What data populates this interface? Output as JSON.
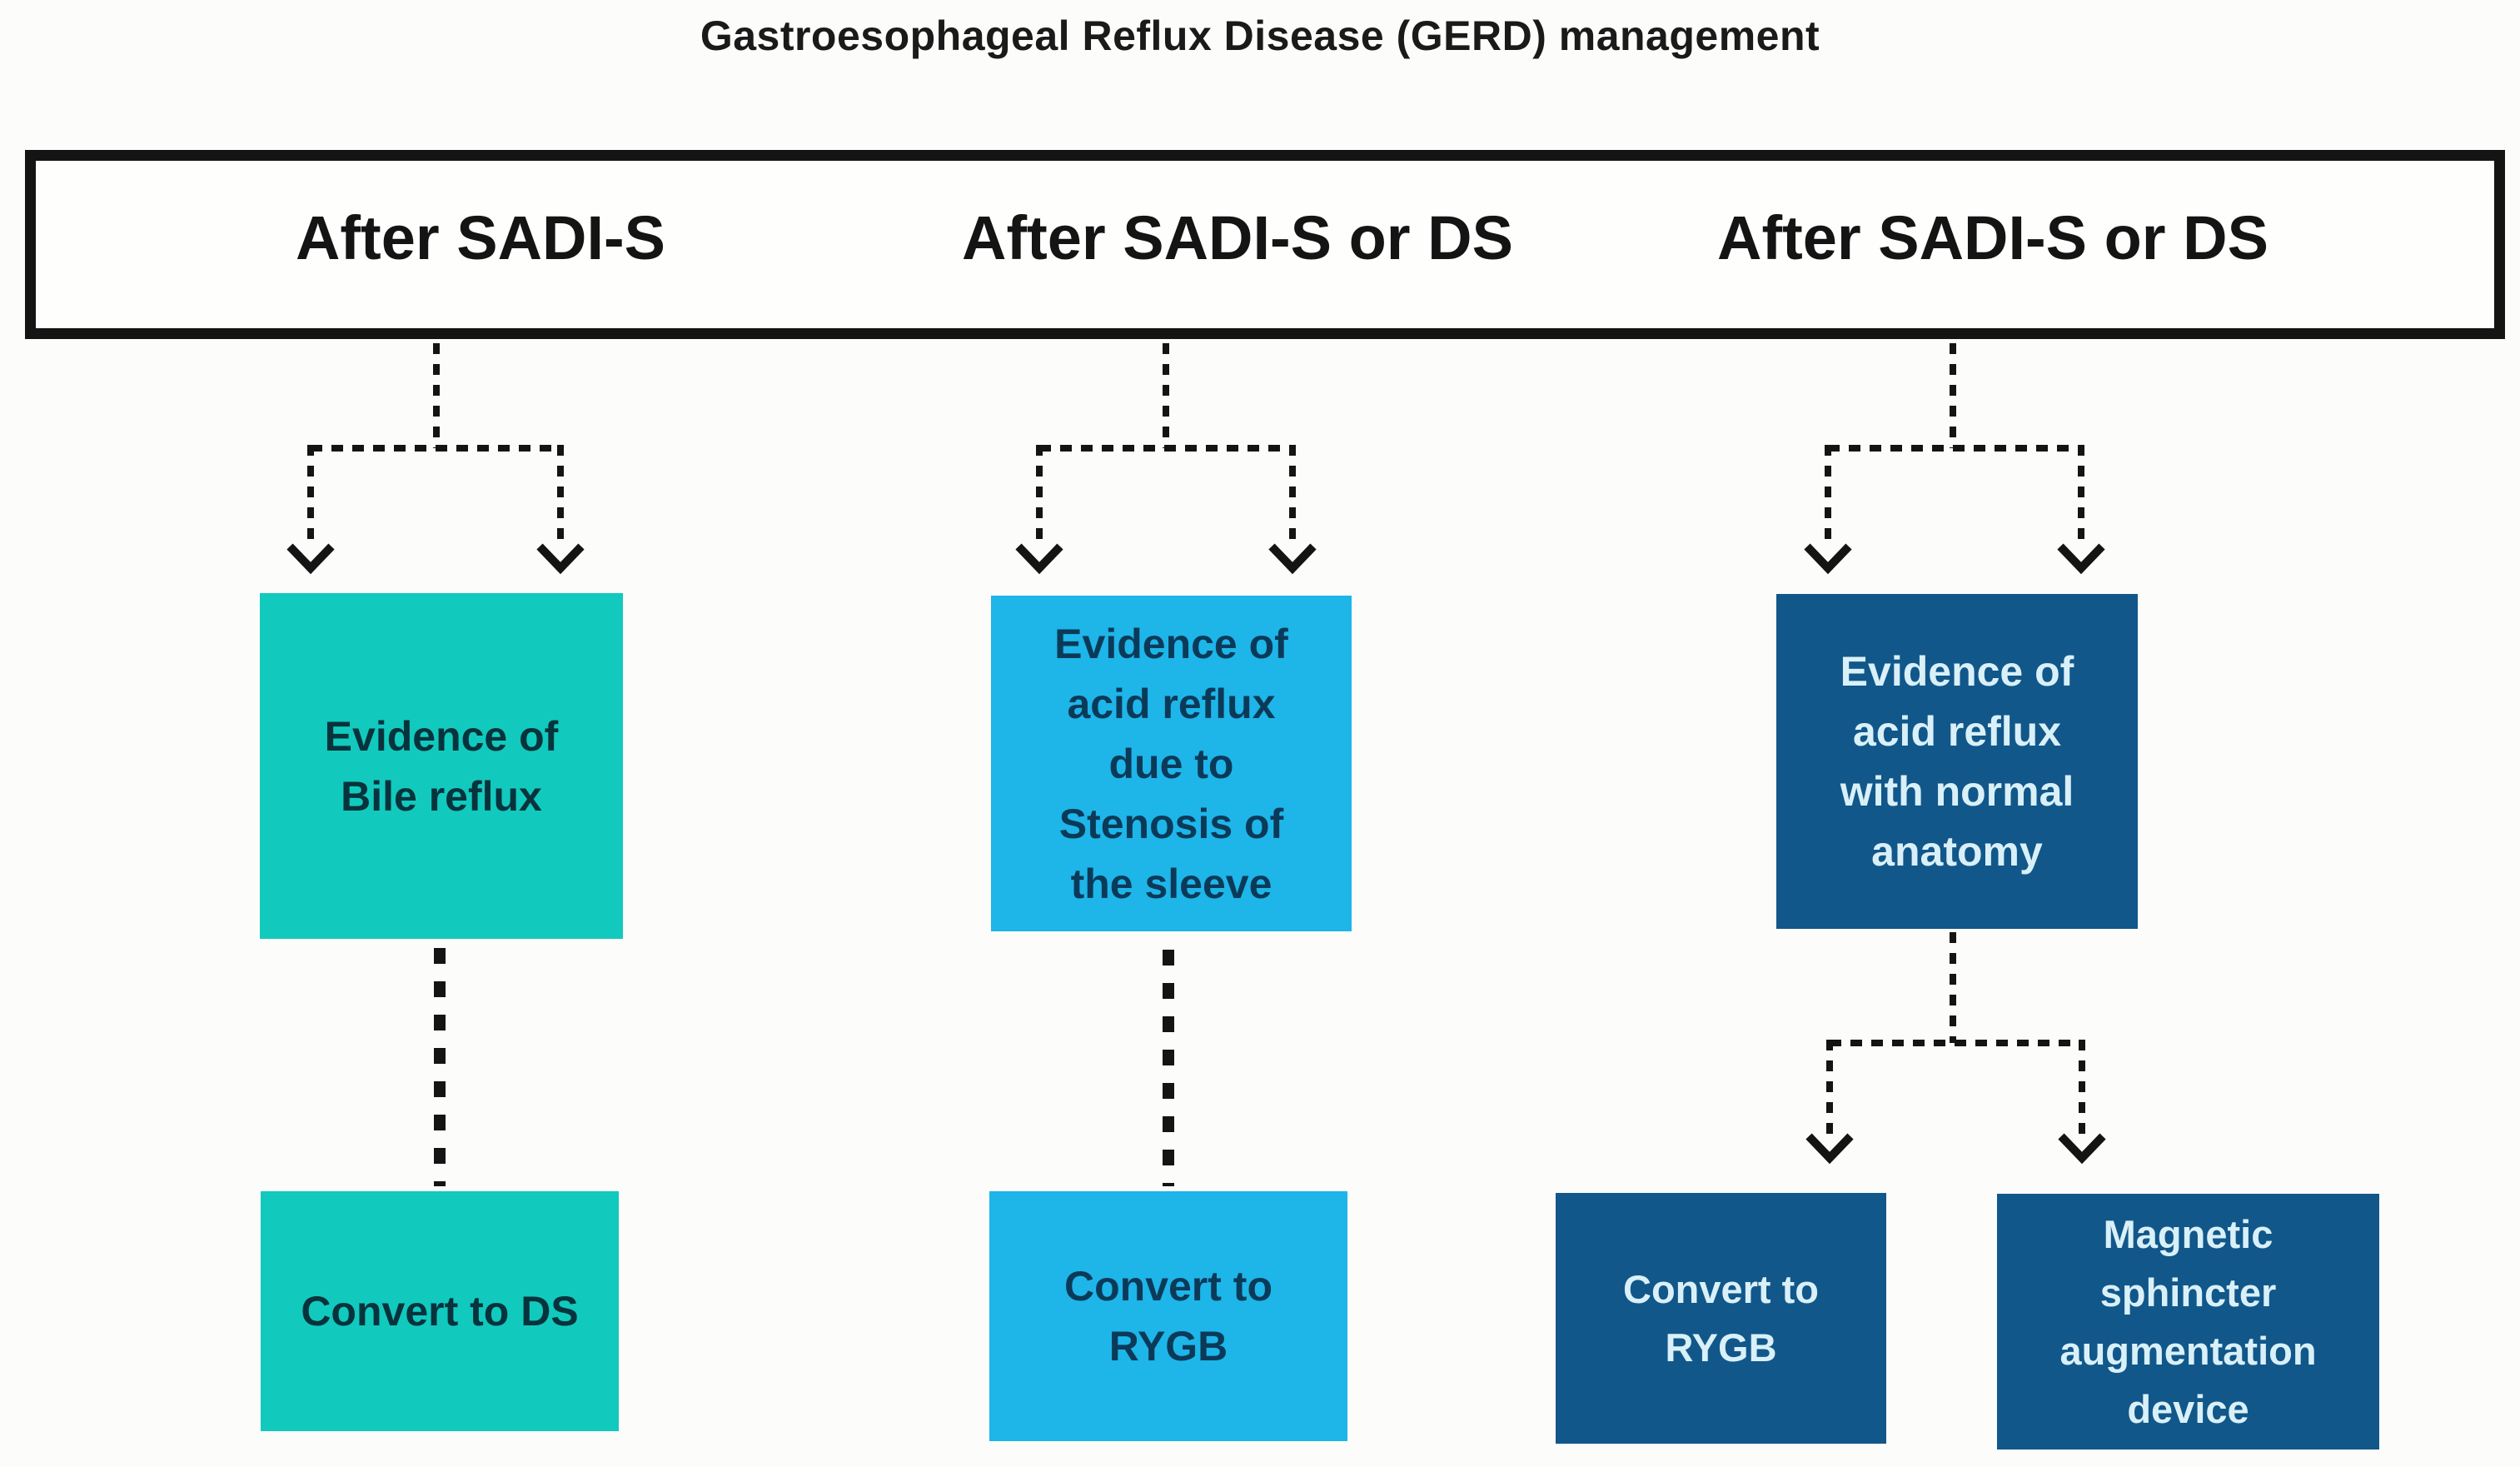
{
  "title": "Gastroesophageal Reflux Disease (GERD) management",
  "header_bar": {
    "col1": "After SADI-S",
    "col2": "After SADI-S or DS",
    "col3": "After SADI-S or DS"
  },
  "flow": {
    "col1": {
      "condition_lines": [
        "Evidence of",
        "Bile reflux"
      ],
      "outcome_lines": [
        "Convert to DS"
      ]
    },
    "col2": {
      "condition_lines": [
        "Evidence of",
        "acid reflux",
        "due to",
        "Stenosis of",
        "the sleeve"
      ],
      "outcome_lines": [
        "Convert to",
        "RYGB"
      ]
    },
    "col3": {
      "condition_lines": [
        "Evidence of",
        "acid reflux",
        "with normal",
        "anatomy"
      ],
      "outcome_left_lines": [
        "Convert to",
        "RYGB"
      ],
      "outcome_right_lines": [
        "Magnetic",
        "sphincter",
        "augmentation",
        "device"
      ]
    }
  },
  "colors": {
    "teal": "#12C9BE",
    "teal_text": "#07333C",
    "cyan": "#1EB5E9",
    "cyan_text": "#0B3A58",
    "navy": "#11578A",
    "navy_text": "#D9F0F8",
    "line": "#141414"
  }
}
